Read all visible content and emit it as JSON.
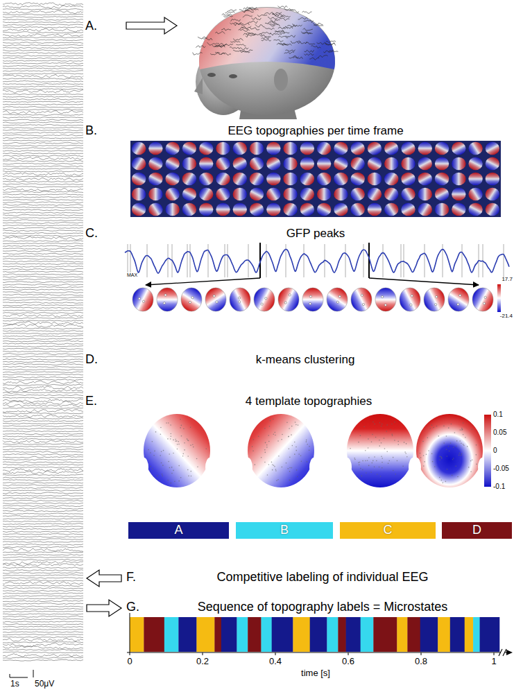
{
  "diagram": {
    "nodes": [
      {
        "text": [
          "A"
        ]
      },
      {
        "text": [
          "B"
        ]
      },
      {
        "text": [
          "C"
        ]
      },
      {
        "text": [
          "D"
        ]
      }
    ],
    "labels": [
      "A.",
      "B.",
      "EEG topographies per time frame",
      "C.",
      "GFP peaks",
      "MAX",
      "17.7",
      "-21.4",
      "D.",
      "k-means clustering",
      "E.",
      "4 template topographies",
      "0.1",
      "0.05",
      "0",
      "-0.05",
      "-0.1",
      "F.",
      "Competitive labeling of individual EEG",
      "G.",
      "Sequence of topography labels = Microstates",
      "0",
      "0.2",
      "0.4",
      "0.6",
      "0.8",
      "1",
      "time [s]",
      "1s",
      "50μV"
    ]
  }
}
